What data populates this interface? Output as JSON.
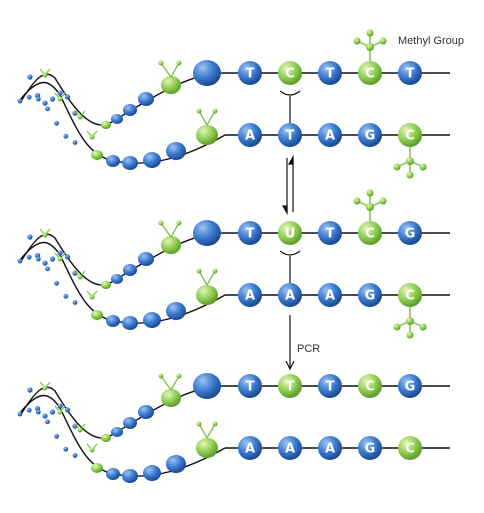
{
  "annotations": {
    "methyl_label": "Methyl Group",
    "pcr_label": "PCR"
  },
  "colors": {
    "blue_dark": "#1e4f9c",
    "blue_light": "#7fb0ea",
    "green_dark": "#6bb02e",
    "green_light": "#d4f0a3",
    "line": "#111111"
  },
  "panels": [
    {
      "top": [
        {
          "letter": "T",
          "color": "blue"
        },
        {
          "letter": "C",
          "color": "green"
        },
        {
          "letter": "T",
          "color": "blue"
        },
        {
          "letter": "C",
          "color": "green",
          "methyl": true
        },
        {
          "letter": "T",
          "color": "blue"
        }
      ],
      "bottom": [
        {
          "letter": "A",
          "color": "blue"
        },
        {
          "letter": "T",
          "color": "blue"
        },
        {
          "letter": "A",
          "color": "blue"
        },
        {
          "letter": "G",
          "color": "blue"
        },
        {
          "letter": "C",
          "color": "green",
          "methyl": true
        }
      ]
    },
    {
      "top": [
        {
          "letter": "T",
          "color": "blue"
        },
        {
          "letter": "U",
          "color": "green"
        },
        {
          "letter": "T",
          "color": "blue"
        },
        {
          "letter": "C",
          "color": "green",
          "methyl": true
        },
        {
          "letter": "G",
          "color": "blue"
        }
      ],
      "bottom": [
        {
          "letter": "A",
          "color": "blue"
        },
        {
          "letter": "A",
          "color": "blue"
        },
        {
          "letter": "A",
          "color": "blue"
        },
        {
          "letter": "G",
          "color": "blue"
        },
        {
          "letter": "C",
          "color": "green",
          "methyl": true
        }
      ]
    },
    {
      "top": [
        {
          "letter": "T",
          "color": "blue"
        },
        {
          "letter": "T",
          "color": "green"
        },
        {
          "letter": "T",
          "color": "blue"
        },
        {
          "letter": "C",
          "color": "green"
        },
        {
          "letter": "G",
          "color": "blue"
        }
      ],
      "bottom": [
        {
          "letter": "A",
          "color": "blue"
        },
        {
          "letter": "A",
          "color": "blue"
        },
        {
          "letter": "A",
          "color": "blue"
        },
        {
          "letter": "G",
          "color": "blue"
        },
        {
          "letter": "C",
          "color": "green"
        }
      ]
    }
  ]
}
